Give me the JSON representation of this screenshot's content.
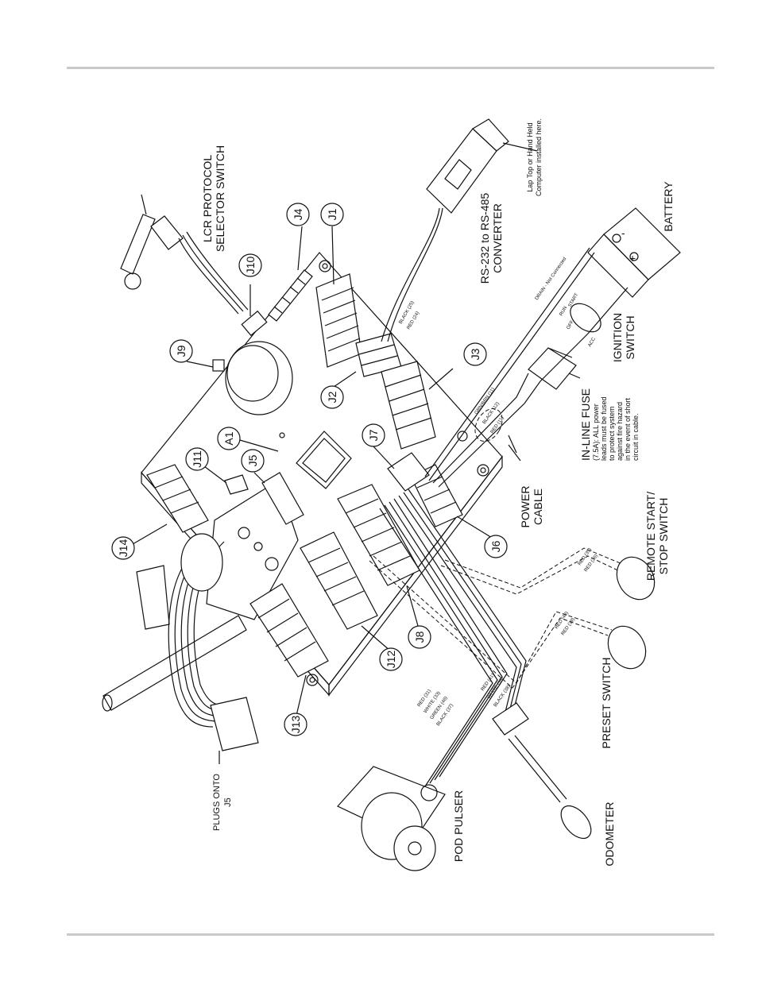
{
  "labels": {
    "lcr_protocol_selector_switch": [
      "LCR PROTOCOL",
      "SELECTOR SWITCH"
    ],
    "rs232_converter": [
      "RS-232 to RS-485",
      "CONVERTER"
    ],
    "laptop": [
      "Lap Top or Hand Held",
      "Computer installed here."
    ],
    "battery": "BATTERY",
    "ignition_switch": [
      "IGNITION",
      "SWITCH"
    ],
    "inline_fuse_title": "IN-LINE FUSE",
    "inline_fuse_notes": [
      "(7.5A): ALL power",
      "leads must be fused",
      "to protect system",
      "against fire hazard",
      "in the event of short",
      "circuit in cable."
    ],
    "power_cable": [
      "POWER",
      "CABLE"
    ],
    "remote_start_stop": [
      "REMOTE START/",
      "STOP SWITCH"
    ],
    "preset_switch": "PRESET SWITCH",
    "odometer": "ODOMETER",
    "pod_pulser": "POD PULSER",
    "plugs_onto": [
      "PLUGS ONTO",
      "J5"
    ],
    "a1": "A1"
  },
  "connectors": [
    "J1",
    "J2",
    "J3",
    "J4",
    "J5",
    "J6",
    "J7",
    "J8",
    "J9",
    "J10",
    "J11",
    "J12",
    "J13",
    "J14"
  ],
  "ignition_positions": [
    "START",
    "RUN",
    "OFF",
    "ACC"
  ],
  "battery_terminals": [
    "+",
    "-"
  ],
  "wire_labels": {
    "j1": [
      "BLACK (25)",
      "RED (24)"
    ],
    "power": [
      "DRAIN - Not Connected",
      "GRN/BRN (11)",
      "BLACK (12)",
      "RED (11)"
    ],
    "remote": [
      "RED (35)",
      "RED (36)"
    ],
    "preset": [
      "RED (46)",
      "RED (39)"
    ],
    "odometer": [
      "RED (41)",
      "WHITE (39)",
      "BLACK (38)"
    ],
    "pulser": [
      "RED (31)",
      "WHITE (33)",
      "GREEN (46)",
      "BLACK (37)"
    ]
  }
}
